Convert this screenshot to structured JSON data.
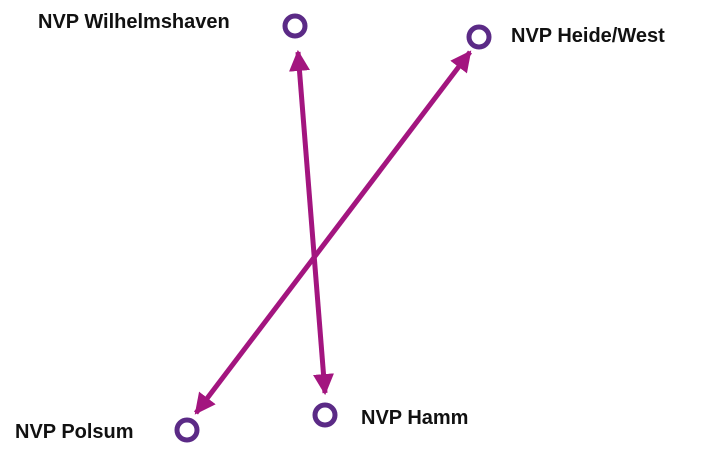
{
  "colors": {
    "arrow": "#a3157f",
    "node_ring": "#5b2a86",
    "label_text": "#111111",
    "background": "#ffffff"
  },
  "nodes": {
    "wilhelmshaven": {
      "label": "NVP Wilhelmshaven"
    },
    "heide_west": {
      "label": "NVP Heide/West"
    },
    "polsum": {
      "label": "NVP Polsum"
    },
    "hamm": {
      "label": "NVP Hamm"
    }
  },
  "connections": [
    {
      "from": "NVP Wilhelmshaven",
      "to": "NVP Hamm",
      "direction": "bidirectional"
    },
    {
      "from": "NVP Heide/West",
      "to": "NVP Polsum",
      "direction": "bidirectional"
    }
  ]
}
